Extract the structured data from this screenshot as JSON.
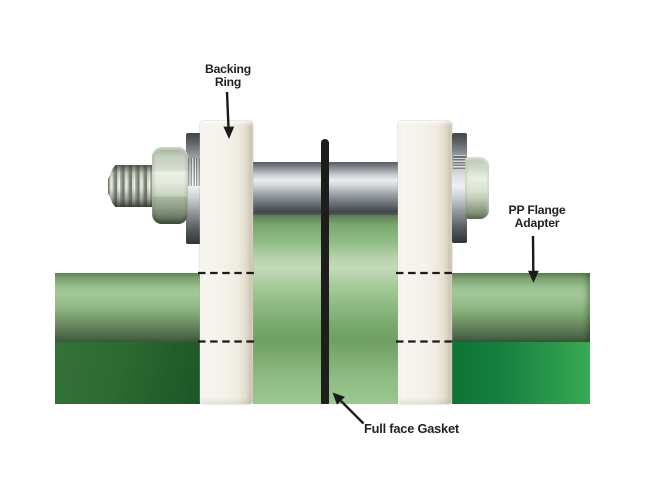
{
  "labels": {
    "backing_ring": {
      "line1": "Backing",
      "line2": "Ring"
    },
    "pp_flange_adapter": {
      "line1": "PP Flange",
      "line2": "Adapter"
    },
    "full_face_gasket": "Full face Gasket"
  },
  "colors": {
    "background": "#ffffff",
    "pipe_light_green": "#9cc392",
    "pipe_dark_green_left": "#2b6a31",
    "pipe_dark_green_right": "#2f9f4c",
    "flange_hub_green": "#9bc791",
    "backing_ring_cream": "#f2efe8",
    "gasket_black": "#1d1d1b",
    "bolt_steel": "#c6cbcf",
    "nut_metal_green": "#c6d2be",
    "annotation_text": "#231f20",
    "annotation_line": "#1b1b1b"
  }
}
